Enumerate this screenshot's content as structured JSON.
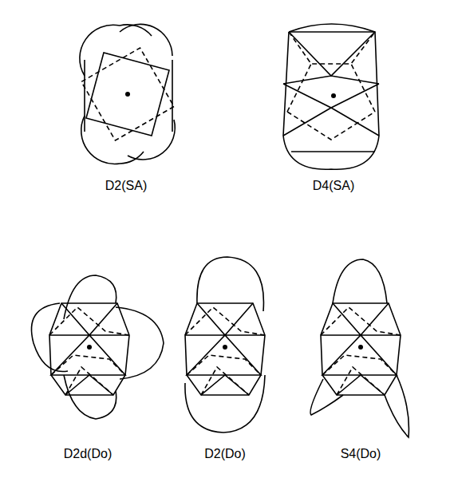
{
  "diagram": {
    "labels": [
      "D2(SA)",
      "D4(SA)",
      "D2d(Do)",
      "D2(Do)",
      "S4(Do)"
    ]
  }
}
